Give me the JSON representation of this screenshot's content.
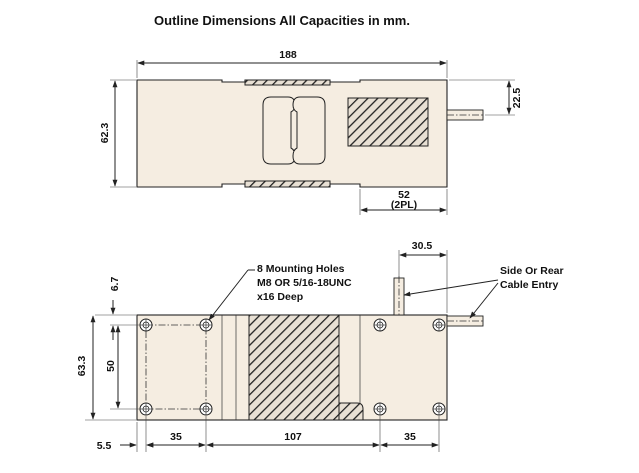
{
  "title": "Outline Dimensions All Capacities in mm.",
  "top_view": {
    "length": "188",
    "height": "62.3",
    "cable_offset": "22.5",
    "step_length": "52",
    "step_note": "(2PL)"
  },
  "bottom_view": {
    "overall_height": "63.3",
    "hole_spacing_v": "50",
    "edge_offset_top": "6.7",
    "edge_offset_left": "5.5",
    "hole_spacing_left": "35",
    "center_length": "107",
    "hole_spacing_right": "35",
    "cable_offset": "30.5",
    "holes_label": [
      "8 Mounting Holes",
      "M8 OR 5/16-18UNC",
      "x16 Deep"
    ],
    "cable_label": [
      "Side Or Rear",
      "Cable Entry"
    ]
  },
  "colors": {
    "body_fill": "#f5ede1",
    "line": "#222222"
  }
}
